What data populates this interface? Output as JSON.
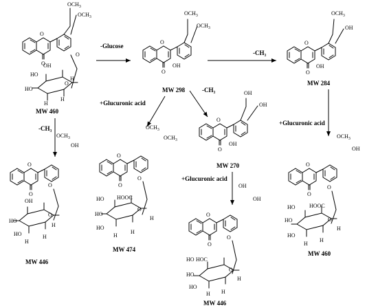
{
  "labels": {
    "atom_ocho": "OCH",
    "atom_sub3": "3",
    "atom_o": "O",
    "atom_oh": "OH",
    "atom_ho": "HO",
    "atom_h": "H",
    "atom_hooc": "HOOC",
    "atom_hoc": "HOC"
  },
  "reactions": {
    "minus_glucose": "-Glucose",
    "minus_ch3": "-CH₃",
    "plus_glucuronic": "+Glucuronic acid"
  },
  "molecules": [
    {
      "id": "m460a",
      "mw": "MW 460"
    },
    {
      "id": "m298",
      "mw": "MW 298"
    },
    {
      "id": "m284",
      "mw": "MW 284"
    },
    {
      "id": "m446a",
      "mw": "MW 446"
    },
    {
      "id": "m474",
      "mw": "MW 474"
    },
    {
      "id": "m270",
      "mw": "MW 270"
    },
    {
      "id": "m446b",
      "mw": "MW 446"
    },
    {
      "id": "m460b",
      "mw": "MW 460"
    }
  ]
}
